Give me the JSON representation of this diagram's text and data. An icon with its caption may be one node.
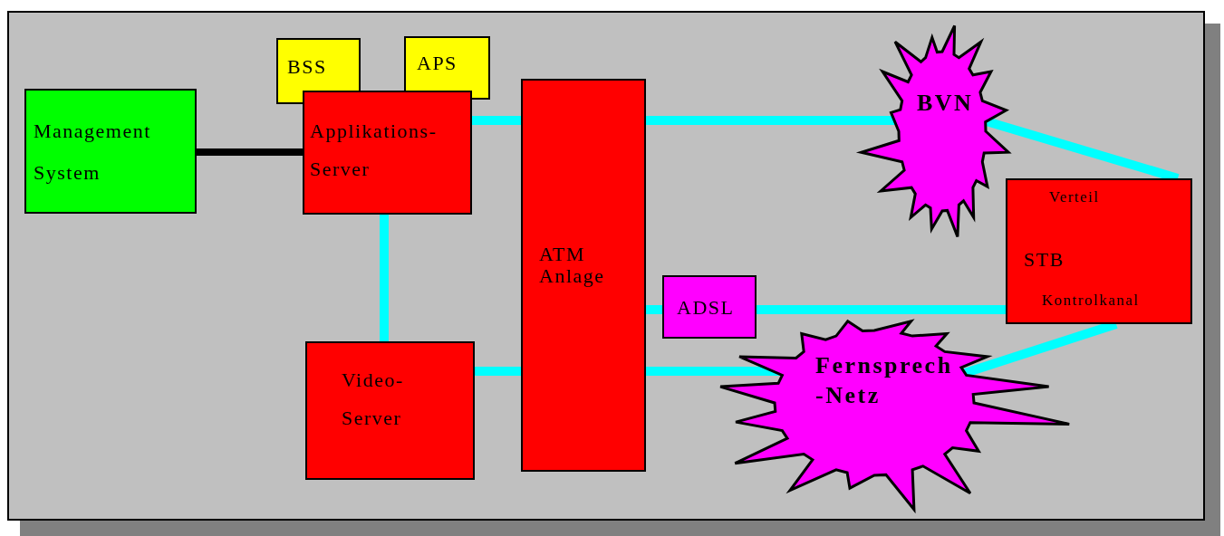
{
  "diagram": {
    "nodes": [
      {
        "text": [
          "Management System"
        ]
      },
      {
        "text": [
          "BSS"
        ]
      },
      {
        "text": [
          "APS"
        ]
      },
      {
        "text": [
          "Applikations-Server"
        ]
      },
      {
        "text": [
          "Video-Server"
        ]
      },
      {
        "text": [
          "ATM Anlage"
        ]
      },
      {
        "text": [
          "ADSL"
        ]
      },
      {
        "text": [
          "BVN"
        ]
      },
      {
        "text": [
          "Fernsprech -Netz"
        ]
      },
      {
        "text": [
          "Verteil",
          "STB",
          "Kontrolkanal"
        ]
      }
    ],
    "edges": [
      {
        "from": 0,
        "to": 3,
        "arrow": "none",
        "color": "#000000"
      },
      {
        "from": 3,
        "to": 5,
        "arrow": "none"
      },
      {
        "from": 3,
        "to": 4,
        "arrow": "none"
      },
      {
        "from": 4,
        "to": 5,
        "arrow": "none"
      },
      {
        "from": 5,
        "to": 7,
        "arrow": "none"
      },
      {
        "from": 7,
        "to": 9,
        "arrow": "none"
      },
      {
        "from": 5,
        "to": 6,
        "arrow": "none"
      },
      {
        "from": 6,
        "to": 9,
        "arrow": "none"
      },
      {
        "from": 5,
        "to": 8,
        "arrow": "none"
      },
      {
        "from": 8,
        "to": 9,
        "arrow": "none"
      }
    ]
  }
}
